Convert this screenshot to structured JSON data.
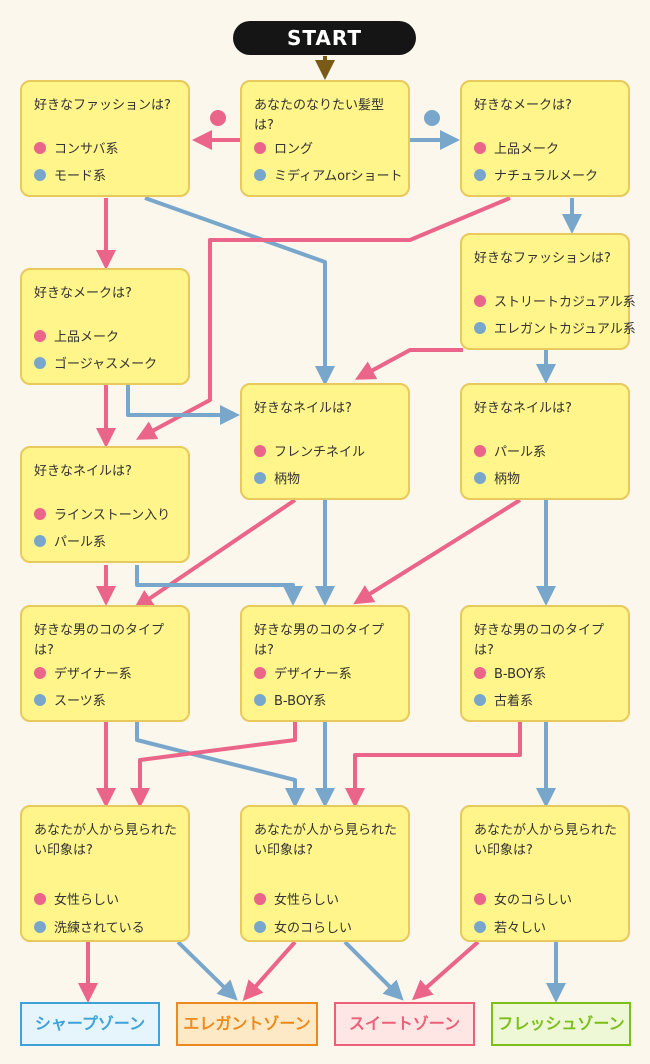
{
  "start_label": "START",
  "questions": {
    "q1": {
      "title": "あなたのなりたい髪型は?",
      "pink": "ロング",
      "blue": "ミディアムorショート"
    },
    "q2l": {
      "title": "好きなファッションは?",
      "pink": "コンサバ系",
      "blue": "モード系"
    },
    "q2r": {
      "title": "好きなメークは?",
      "pink": "上品メーク",
      "blue": "ナチュラルメーク"
    },
    "q3l": {
      "title": "好きなメークは?",
      "pink": "上品メーク",
      "blue": "ゴージャスメーク"
    },
    "q3r": {
      "title": "好きなファッションは?",
      "pink": "ストリートカジュアル系",
      "blue": "エレガントカジュアル系"
    },
    "q4m": {
      "title": "好きなネイルは?",
      "pink": "フレンチネイル",
      "blue": "柄物"
    },
    "q4r": {
      "title": "好きなネイルは?",
      "pink": "パール系",
      "blue": "柄物"
    },
    "q5l": {
      "title": "好きなネイルは?",
      "pink": "ラインストーン入り",
      "blue": "パール系"
    },
    "q6l": {
      "title": "好きな男のコのタイプは?",
      "pink": "デザイナー系",
      "blue": "スーツ系"
    },
    "q6m": {
      "title": "好きな男のコのタイプは?",
      "pink": "デザイナー系",
      "blue": "B-BOY系"
    },
    "q6r": {
      "title": "好きな男のコのタイプは?",
      "pink": "B-BOY系",
      "blue": "古着系"
    },
    "q7l": {
      "title": "あなたが人から見られたい印象は?",
      "pink": "女性らしい",
      "blue": "洗練されている"
    },
    "q7m": {
      "title": "あなたが人から見られたい印象は?",
      "pink": "女性らしい",
      "blue": "女のコらしい"
    },
    "q7r": {
      "title": "あなたが人から見られたい印象は?",
      "pink": "女のコらしい",
      "blue": "若々しい"
    }
  },
  "zones": {
    "sharp": {
      "label": "シャープゾーン",
      "color": "#3da3d8",
      "bg": "#e6f4fb"
    },
    "elegant": {
      "label": "エレガントゾーン",
      "color": "#ec8a1c",
      "bg": "#fde9c6"
    },
    "sweet": {
      "label": "スイートゾーン",
      "color": "#ec5f78",
      "bg": "#fde6e4"
    },
    "fresh": {
      "label": "フレッシュゾーン",
      "color": "#7cbf1a",
      "bg": "#eef7d6"
    }
  },
  "colors": {
    "pink": "#ea6589",
    "blue": "#79a7cc",
    "start_arrow": "#7a5a17",
    "box_fill": "#fff58a",
    "box_border": "#e8c95c"
  }
}
